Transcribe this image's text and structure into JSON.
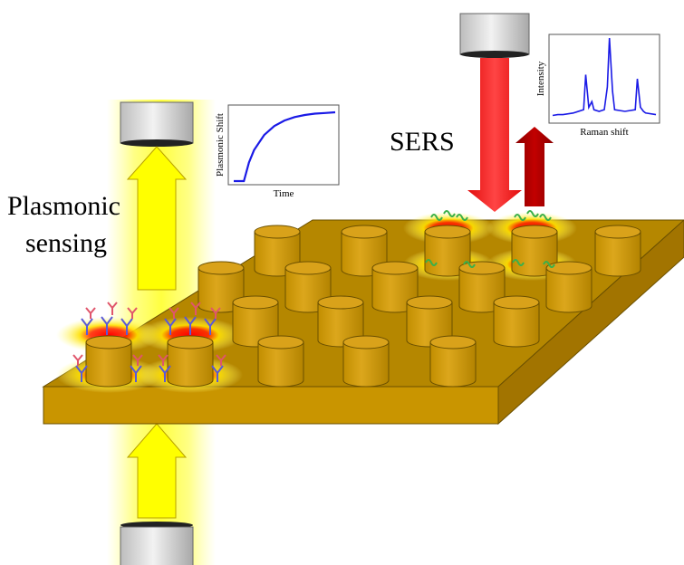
{
  "labels": {
    "sers": "SERS",
    "plasmonic_line1": "Plasmonic",
    "plasmonic_line2": "sensing"
  },
  "chart_data": [
    {
      "type": "line",
      "xlabel": "Time",
      "ylabel": "Plasmonic Shift",
      "series": [
        {
          "x": [
            0,
            0.1,
            0.15,
            0.2,
            0.3,
            0.4,
            0.5,
            0.6,
            0.7,
            0.8,
            0.9,
            1.0
          ],
          "values": [
            0,
            0,
            0.27,
            0.45,
            0.67,
            0.8,
            0.88,
            0.93,
            0.96,
            0.98,
            0.99,
            1.0
          ]
        }
      ]
    },
    {
      "type": "line",
      "xlabel": "Raman shift",
      "ylabel": "Intensity",
      "series": [
        {
          "x": [
            0,
            0.05,
            0.1,
            0.2,
            0.3,
            0.32,
            0.35,
            0.38,
            0.4,
            0.45,
            0.5,
            0.53,
            0.55,
            0.58,
            0.6,
            0.7,
            0.8,
            0.82,
            0.85,
            0.88,
            0.9,
            1.0
          ],
          "values": [
            0.05,
            0.06,
            0.06,
            0.08,
            0.12,
            0.55,
            0.15,
            0.22,
            0.12,
            0.1,
            0.12,
            0.4,
            1.0,
            0.35,
            0.12,
            0.1,
            0.12,
            0.5,
            0.15,
            0.1,
            0.08,
            0.06
          ]
        }
      ]
    }
  ],
  "colors": {
    "gold": "#c99500",
    "gold_light": "#dda514",
    "gold_dark": "#a77800",
    "yellow_beam": "#ffff00",
    "red_laser": "#ff1a1a",
    "dark_red": "#b30000",
    "curve": "#1a1ae6"
  }
}
